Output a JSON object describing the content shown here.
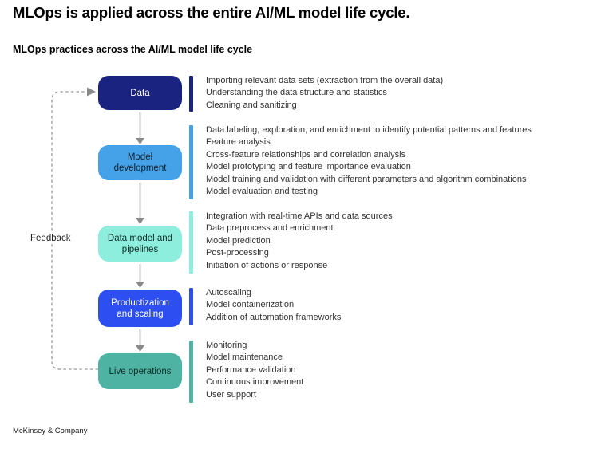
{
  "page": {
    "title": "MLOps is applied across the entire AI/ML model life cycle.",
    "subtitle": "MLOps practices across the AI/ML model life cycle",
    "footer": "McKinsey & Company"
  },
  "colors": {
    "navy": "#1b2380",
    "sky_blue": "#45a2e8",
    "mint": "#8deede",
    "royal_blue": "#2d4ef0",
    "teal": "#4fb3a4",
    "white": "#ffffff",
    "dark_text": "#10232b",
    "arrow_gray": "#8a8a8a",
    "dash_gray": "#999999"
  },
  "feedback": {
    "label": "Feedback"
  },
  "stages": [
    {
      "label": "Data",
      "color": "#1b2380",
      "text_color": "#ffffff",
      "items": [
        "Importing relevant data sets (extraction from the overall data)",
        "Understanding the data structure and statistics",
        "Cleaning and sanitizing"
      ]
    },
    {
      "label": "Model development",
      "color": "#45a2e8",
      "text_color": "#0d1f2d",
      "items": [
        "Data labeling, exploration, and enrichment to identify potential patterns and features",
        "Feature analysis",
        "Cross-feature relationships and correlation analysis",
        "Model prototyping and feature importance evaluation",
        "Model training and validation with different parameters and algorithm combinations",
        "Model evaluation and testing"
      ]
    },
    {
      "label": "Data model and pipelines",
      "color": "#8deede",
      "text_color": "#0d2b26",
      "items": [
        "Integration with real-time APIs and data sources",
        "Data preprocess and enrichment",
        "Model prediction",
        "Post-processing",
        "Initiation of actions or response"
      ]
    },
    {
      "label": "Productization and scaling",
      "color": "#2d4ef0",
      "text_color": "#ffffff",
      "items": [
        "Autoscaling",
        "Model containerization",
        "Addition of automation frameworks"
      ]
    },
    {
      "label": "Live operations",
      "color": "#4fb3a4",
      "text_color": "#0d2b26",
      "items": [
        "Monitoring",
        "Model maintenance",
        "Performance validation",
        "Continuous improvement",
        "User support"
      ]
    }
  ]
}
